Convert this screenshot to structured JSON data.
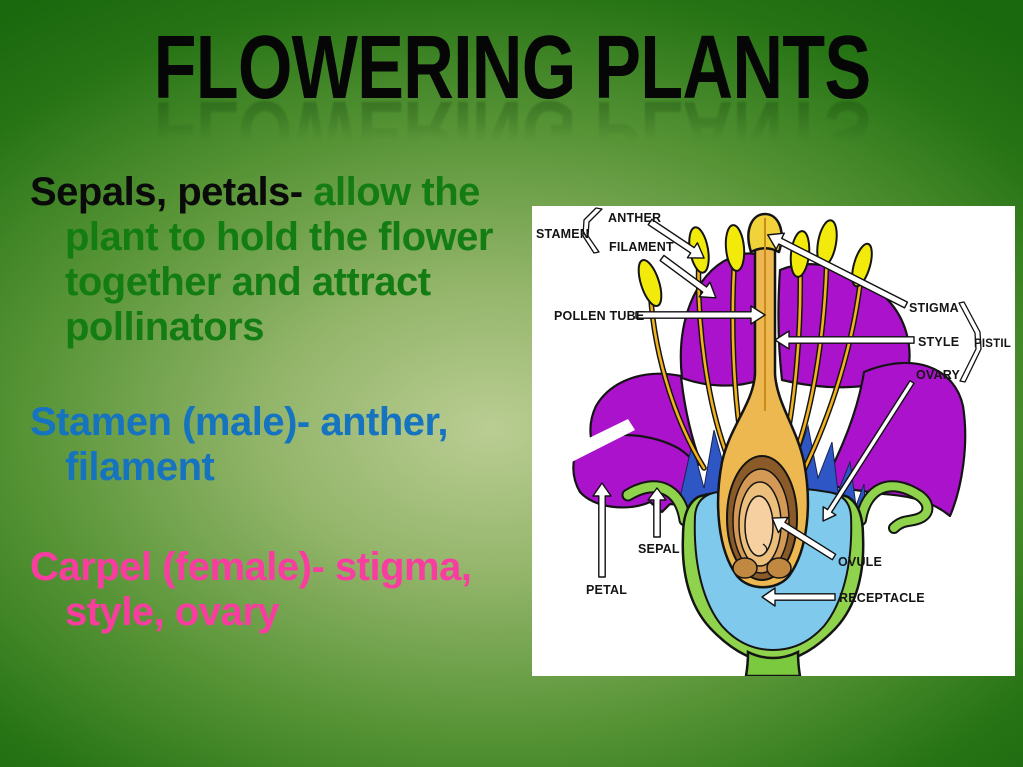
{
  "slide": {
    "title": "FLOWERING PLANTS",
    "bullets": [
      {
        "lead": "Sepals, petals-",
        "rest": " allow the plant to hold the flower together and attract pollinators",
        "lead_color": "#0a0a0a",
        "rest_color": "#137c13"
      },
      {
        "lead": "Stamen (male)-",
        "rest": " anther, filament",
        "lead_color": "#1673c0",
        "rest_color": "#1673c0"
      },
      {
        "lead": "Carpel (female)-",
        "rest": " stigma, style, ovary",
        "lead_color": "#f93da0",
        "rest_color": "#f93da0"
      }
    ]
  },
  "diagram": {
    "labels": {
      "stamen": "STAMEN",
      "anther": "ANTHER",
      "filament": "FILAMENT",
      "pollen_tube": "POLLEN TUBE",
      "stigma": "STIGMA",
      "style": "STYLE",
      "pistil": "PISTIL",
      "ovary": "OVARY",
      "sepal": "SEPAL",
      "petal": "PETAL",
      "ovule": "OVULE",
      "receptacle": "RECEPTACLE"
    },
    "colors": {
      "petal_purple": "#ab12cb",
      "anther_yellow": "#f2ea0b",
      "filament_orange": "#f3b31c",
      "pistil_gold": "#edb84f",
      "inner_whorl_blue": "#2e57c5",
      "sepal_green": "#8fd24b",
      "receptacle_blue": "#7ec9ec",
      "ovary_ring_brown": "#8a5a28",
      "ovule_peach": "#f6d0a0",
      "canvas": "#ffffff"
    }
  },
  "theme": {
    "background_center": "#bacd93",
    "background_edge": "#1b690e",
    "title_color": "#060606"
  }
}
